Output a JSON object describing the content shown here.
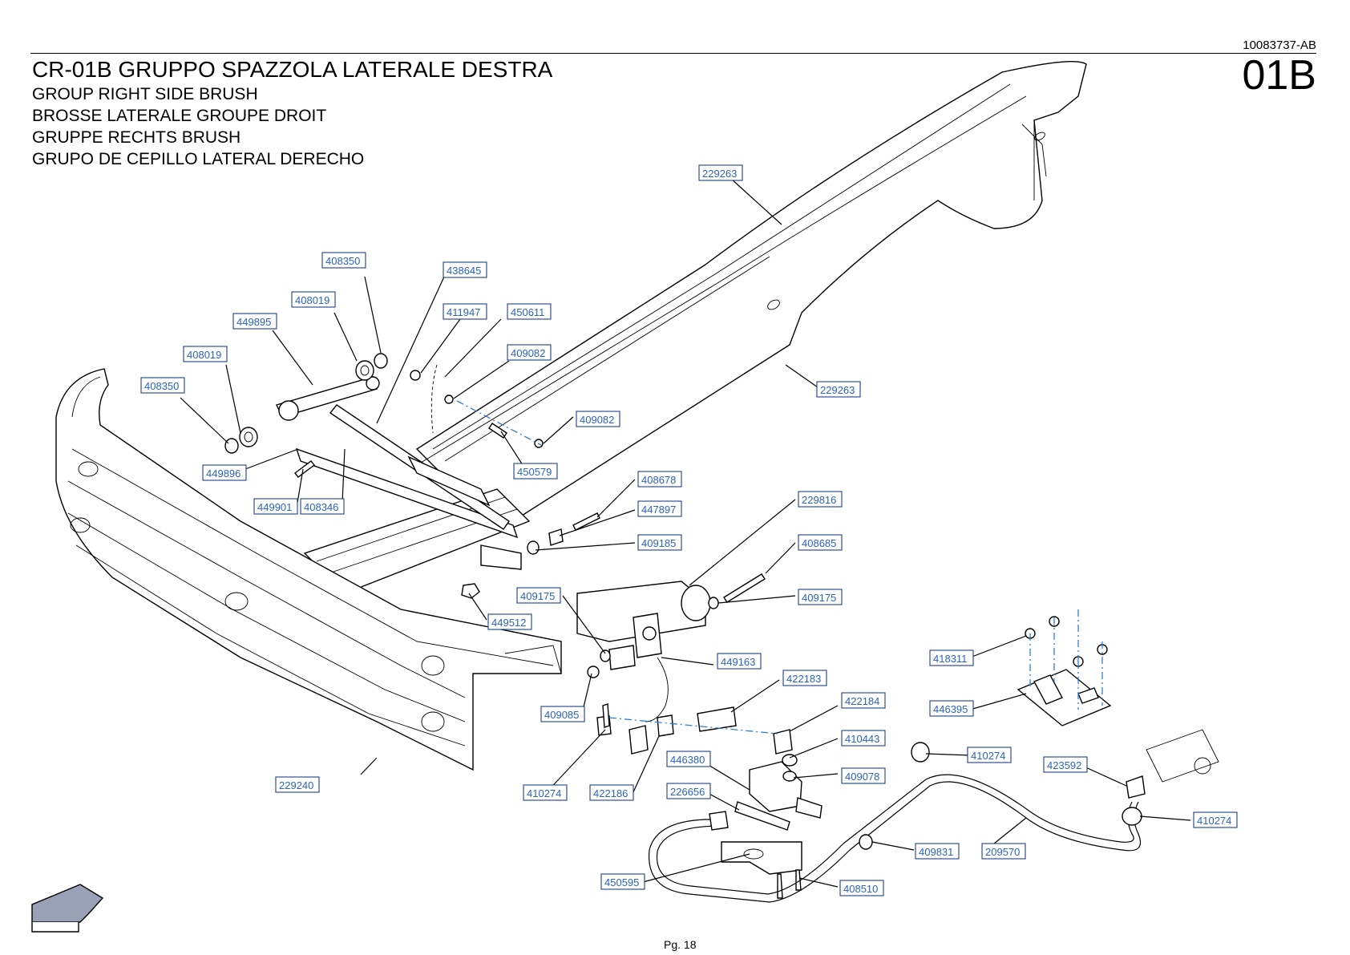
{
  "document_number": "10083737-AB",
  "page_id": "01B",
  "page_label": "Pg. 18",
  "titles": [
    "CR-01B GRUPPO SPAZZOLA LATERALE DESTRA",
    "GROUP RIGHT SIDE BRUSH",
    "BROSSE LATERALE GROUPE DROIT",
    "GRUPPE RECHTS BRUSH",
    "GRUPO DE CEPILLO LATERAL DERECHO"
  ],
  "callouts": [
    "229263",
    "408350",
    "438645",
    "408019",
    "449895",
    "411947",
    "450611",
    "409082",
    "408019",
    "408350",
    "229263",
    "409082",
    "449896",
    "450579",
    "408678",
    "449901",
    "408346",
    "447897",
    "229816",
    "409185",
    "408685",
    "409175",
    "409175",
    "449512",
    "449163",
    "418311",
    "422183",
    "422184",
    "446395",
    "409085",
    "410443",
    "410274",
    "446380",
    "423592",
    "409078",
    "410274",
    "422186",
    "226656",
    "410274",
    "409831",
    "209570",
    "450595",
    "408510"
  ]
}
